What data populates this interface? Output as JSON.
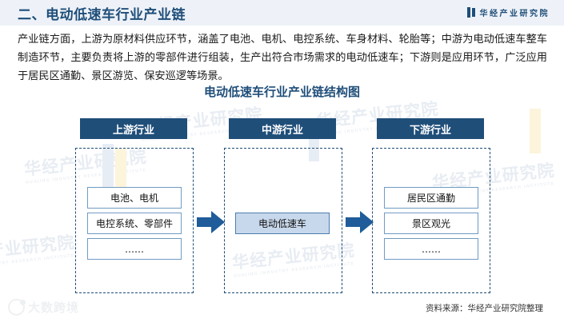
{
  "header": {
    "title": "二、电动低速车行业产业链",
    "logo_text": "华经产业研究院",
    "logo_icon": "book-mark-icon",
    "accent_color": "#1f4e79",
    "band_color": "#eef2f8"
  },
  "body": {
    "paragraph": "产业链方面，上游为原材料供应环节，涵盖了电池、电机、电控系统、车身材料、轮胎等；中游为电动低速车整车制造环节，主要负责将上游的零部件进行组装，生产出符合市场需求的电动低速车；下游则是应用环节，广泛应用于居民区通勤、景区游览、保安巡逻等场景。"
  },
  "chart_data": {
    "type": "diagram",
    "title": "电动低速车行业产业链结构图",
    "columns": [
      {
        "header": "上游行业",
        "items": [
          "电池、电机",
          "电控系统、零部件",
          "……"
        ],
        "style": "outline"
      },
      {
        "header": "中游行业",
        "items": [
          "电动低速车"
        ],
        "style": "filled"
      },
      {
        "header": "下游行业",
        "items": [
          "居民区通勤",
          "景区观光",
          "……"
        ],
        "style": "outline"
      }
    ],
    "connectors": [
      "arrow-right",
      "arrow-right"
    ],
    "box_fill_color": "#c8d8ec",
    "header_color": "#1f4e79",
    "arrow_color": "#1f5c99"
  },
  "footer": {
    "source": "资料来源：华经产业研究院整理",
    "corner_watermark": "大数跨境"
  },
  "watermarks": {
    "brand_cn": "华经产业研究院",
    "brand_en": "HUAJING INDUSTRY RESEARCH INSTITUTE"
  }
}
